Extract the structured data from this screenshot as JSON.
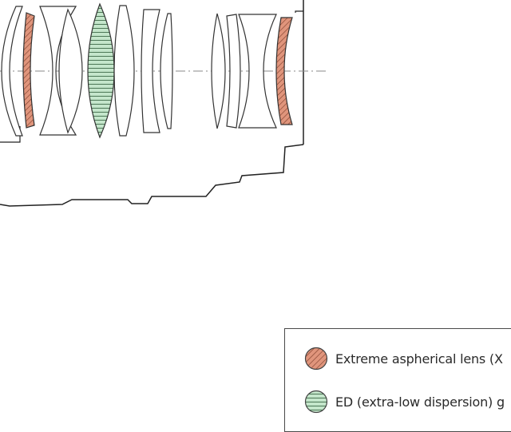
{
  "legend": {
    "items": [
      {
        "icon": "hatched-red-circle",
        "color": "#d9856b",
        "label": "Extreme aspherical lens (X"
      },
      {
        "icon": "hatched-green-circle",
        "color": "#b5dcbc",
        "label": "ED (extra-low dispersion) g"
      }
    ]
  }
}
